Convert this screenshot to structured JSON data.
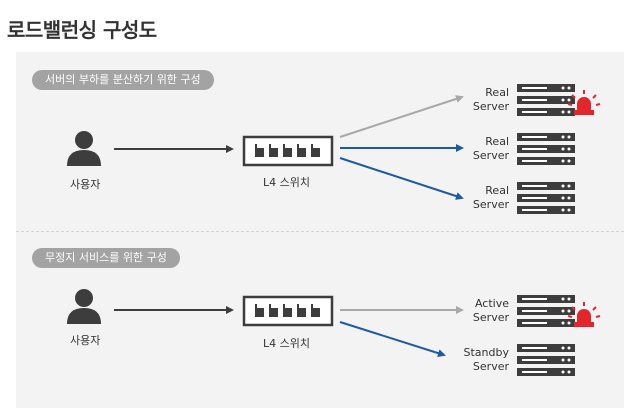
{
  "title": "로드밸런싱 구성도",
  "colors": {
    "gray_arrow": "#a8a8a8",
    "blue_arrow": "#1c5aa6",
    "alarm": "#e3262b",
    "icon_dark": "#3d3d3d",
    "panel_bg": "#f3f3f3"
  },
  "section1": {
    "pill": "서버의 부하를 분산하기 위한 구성",
    "user_label": "사용자",
    "switch_label": "L4 스위치",
    "servers": [
      {
        "line1": "Real",
        "line2": "Server",
        "alarm": true,
        "arrow": "gray"
      },
      {
        "line1": "Real",
        "line2": "Server",
        "alarm": false,
        "arrow": "blue"
      },
      {
        "line1": "Real",
        "line2": "Server",
        "alarm": false,
        "arrow": "blue"
      }
    ]
  },
  "section2": {
    "pill": "무정지 서비스를 위한 구성",
    "user_label": "사용자",
    "switch_label": "L4 스위치",
    "servers": [
      {
        "line1": "Active",
        "line2": "Server",
        "alarm": true,
        "arrow": "gray"
      },
      {
        "line1": "Standby",
        "line2": "Server",
        "alarm": false,
        "arrow": "blue"
      }
    ]
  }
}
